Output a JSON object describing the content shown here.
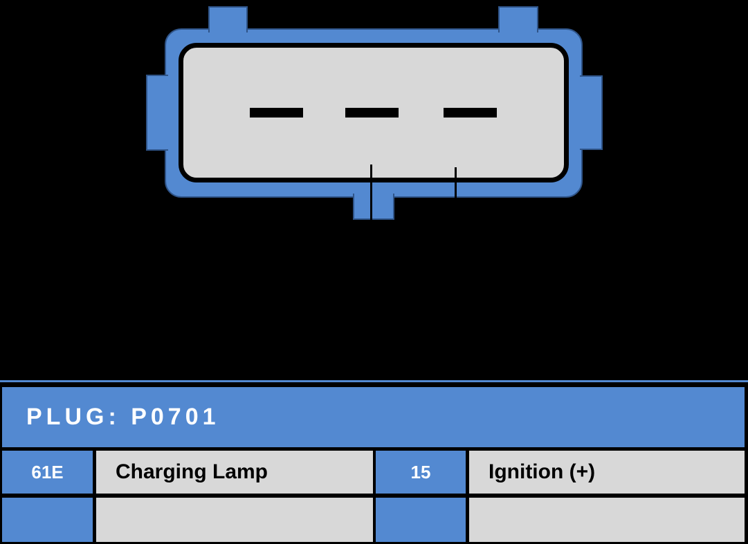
{
  "colors": {
    "bg": "#000000",
    "blue": "#5389d1",
    "blue_dark": "#2f5488",
    "gray": "#d8d8d8",
    "text_light": "#ffffff",
    "text_dark": "#000000"
  },
  "connector": {
    "pin_count": 3
  },
  "table": {
    "header": "PLUG: P0701",
    "rows": [
      {
        "pin_a_id": "61E",
        "pin_a_desc": "Charging Lamp",
        "pin_b_id": "15",
        "pin_b_desc": "Ignition (+)"
      },
      {
        "pin_a_id": "",
        "pin_a_desc": "",
        "pin_b_id": "",
        "pin_b_desc": ""
      }
    ]
  }
}
